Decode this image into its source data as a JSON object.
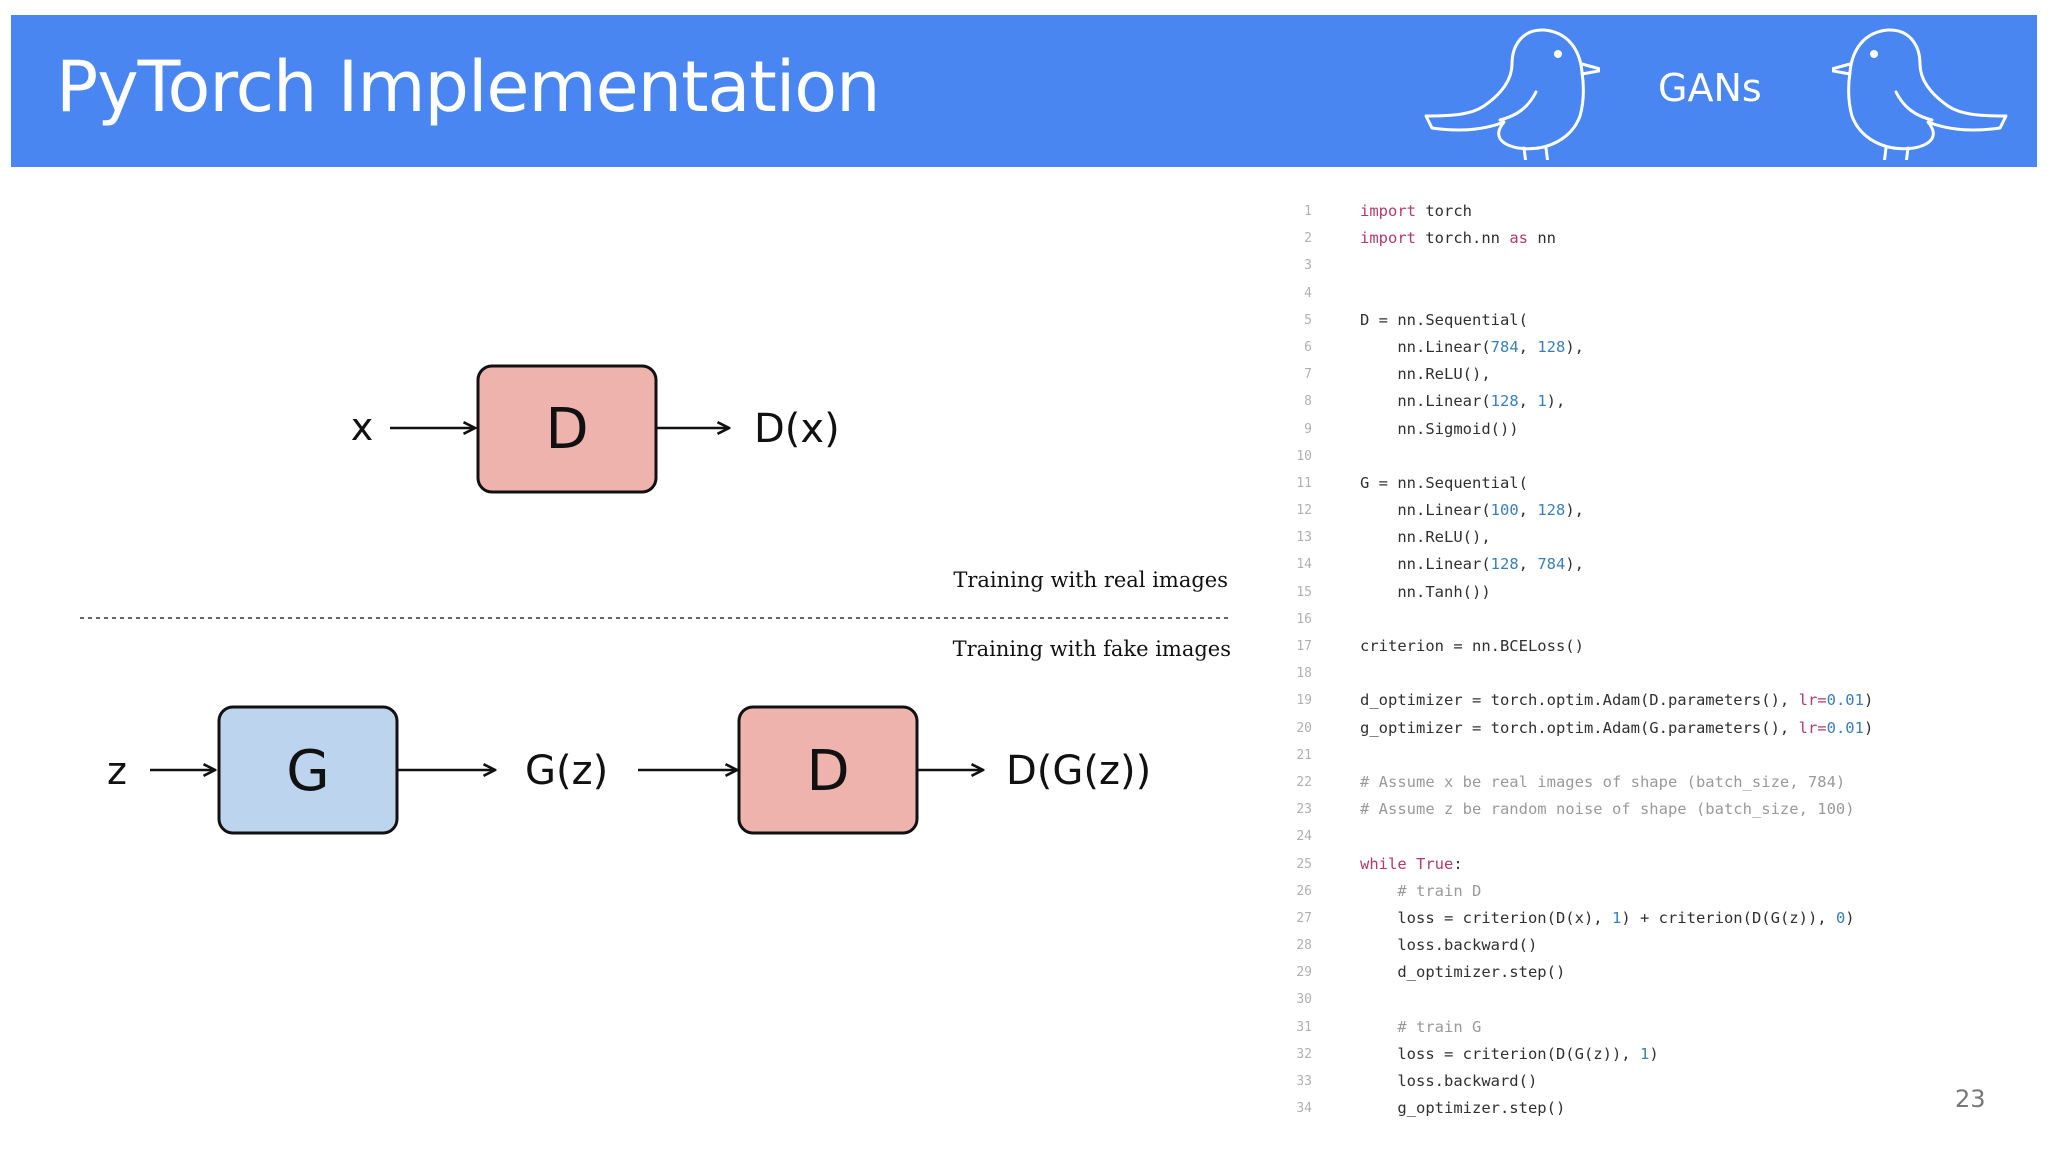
{
  "header": {
    "title": "PyTorch Implementation",
    "topic": "GANs",
    "icons": [
      "bird-icon",
      "bird-icon"
    ],
    "banner_color": "#4a86f2"
  },
  "diagram": {
    "top": {
      "input": "x",
      "block": "D",
      "output": "D(x)",
      "block_color": "#efb3ae"
    },
    "caption_real": "Training with real images",
    "caption_fake": "Training with fake images",
    "bottom": {
      "input": "z",
      "generator": "G",
      "generator_color": "#bdd4ee",
      "gen_output": "G(z)",
      "block": "D",
      "output": "D(G(z))"
    }
  },
  "code": {
    "lines": [
      {
        "n": "1",
        "text": "import torch"
      },
      {
        "n": "2",
        "text": "import torch.nn as nn"
      },
      {
        "n": "3",
        "text": ""
      },
      {
        "n": "4",
        "text": ""
      },
      {
        "n": "5",
        "text": "D = nn.Sequential("
      },
      {
        "n": "6",
        "text": "    nn.Linear(784, 128),"
      },
      {
        "n": "7",
        "text": "    nn.ReLU(),"
      },
      {
        "n": "8",
        "text": "    nn.Linear(128, 1),"
      },
      {
        "n": "9",
        "text": "    nn.Sigmoid())"
      },
      {
        "n": "10",
        "text": ""
      },
      {
        "n": "11",
        "text": "G = nn.Sequential("
      },
      {
        "n": "12",
        "text": "    nn.Linear(100, 128),"
      },
      {
        "n": "13",
        "text": "    nn.ReLU(),"
      },
      {
        "n": "14",
        "text": "    nn.Linear(128, 784),"
      },
      {
        "n": "15",
        "text": "    nn.Tanh())"
      },
      {
        "n": "16",
        "text": ""
      },
      {
        "n": "17",
        "text": "criterion = nn.BCELoss()"
      },
      {
        "n": "18",
        "text": ""
      },
      {
        "n": "19",
        "text": "d_optimizer = torch.optim.Adam(D.parameters(), lr=0.01)"
      },
      {
        "n": "20",
        "text": "g_optimizer = torch.optim.Adam(G.parameters(), lr=0.01)"
      },
      {
        "n": "21",
        "text": ""
      },
      {
        "n": "22",
        "text": "# Assume x be real images of shape (batch_size, 784)"
      },
      {
        "n": "23",
        "text": "# Assume z be random noise of shape (batch_size, 100)"
      },
      {
        "n": "24",
        "text": ""
      },
      {
        "n": "25",
        "text": "while True:"
      },
      {
        "n": "26",
        "text": "    # train D"
      },
      {
        "n": "27",
        "text": "    loss = criterion(D(x), 1) + criterion(D(G(z)), 0)"
      },
      {
        "n": "28",
        "text": "    loss.backward()"
      },
      {
        "n": "29",
        "text": "    d_optimizer.step()"
      },
      {
        "n": "30",
        "text": ""
      },
      {
        "n": "31",
        "text": "    # train G"
      },
      {
        "n": "32",
        "text": "    loss = criterion(D(G(z)), 1)"
      },
      {
        "n": "33",
        "text": "    loss.backward()"
      },
      {
        "n": "34",
        "text": "    g_optimizer.step()"
      }
    ]
  },
  "page_number": "23"
}
